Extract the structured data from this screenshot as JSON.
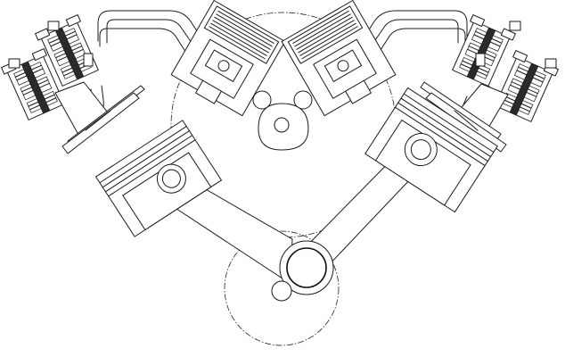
{
  "drawing": {
    "style": "monochrome technical line drawing",
    "colors": {
      "line": "#1a1a1a",
      "background": "#ffffff"
    },
    "assemblies": [
      "crank-circle",
      "cam-path-circle",
      "left-piston",
      "right-piston",
      "left-connecting-rod",
      "right-connecting-rod",
      "crank-pin",
      "main-bearing",
      "central-cam-lobe",
      "upper-left-cylinder-block",
      "upper-right-cylinder-block",
      "left-valve-actuators",
      "right-valve-actuators",
      "left-intake-pipes",
      "right-intake-pipes"
    ]
  }
}
